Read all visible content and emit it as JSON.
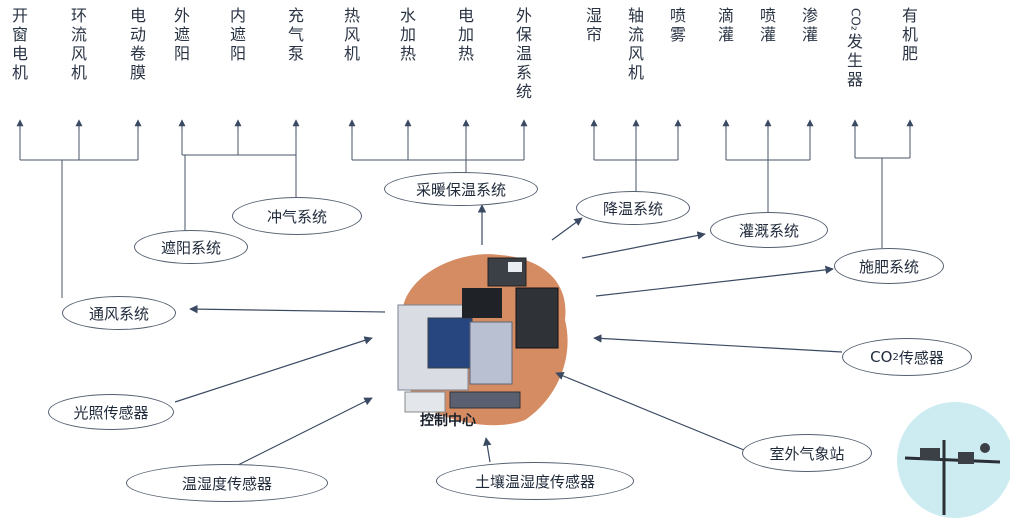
{
  "devices": [
    {
      "id": "d1",
      "label": "开窗电机"
    },
    {
      "id": "d2",
      "label": "环流风机"
    },
    {
      "id": "d3",
      "label": "电动卷膜"
    },
    {
      "id": "d4",
      "label": "外遮阳"
    },
    {
      "id": "d5",
      "label": "内遮阳"
    },
    {
      "id": "d6",
      "label": "充气泵"
    },
    {
      "id": "d7",
      "label": "热风机"
    },
    {
      "id": "d8",
      "label": "水加热"
    },
    {
      "id": "d9",
      "label": "电加热"
    },
    {
      "id": "d10",
      "label": "外保温系统"
    },
    {
      "id": "d11",
      "label": "湿帘"
    },
    {
      "id": "d12",
      "label": "轴流风机"
    },
    {
      "id": "d13",
      "label": "喷雾"
    },
    {
      "id": "d14",
      "label": "滴灌"
    },
    {
      "id": "d15",
      "label": "喷灌"
    },
    {
      "id": "d16",
      "label": "渗灌"
    },
    {
      "id": "d17",
      "label": "CO2发生器"
    },
    {
      "id": "d18",
      "label": "有机肥"
    }
  ],
  "systems": {
    "ventilation": "通风系统",
    "shading": "遮阳系统",
    "inflation": "冲气系统",
    "heating": "采暖保温系统",
    "cooling": "降温系统",
    "irrigation": "灌溉系统",
    "fertilization": "施肥系统"
  },
  "sensors": {
    "light": "光照传感器",
    "air_temp_humidity": "温湿度传感器",
    "soil_temp_humidity": "土壤温湿度传感器",
    "co2": "CO2传感器",
    "weather_station": "室外气象站"
  },
  "center_label": "控制中心"
}
